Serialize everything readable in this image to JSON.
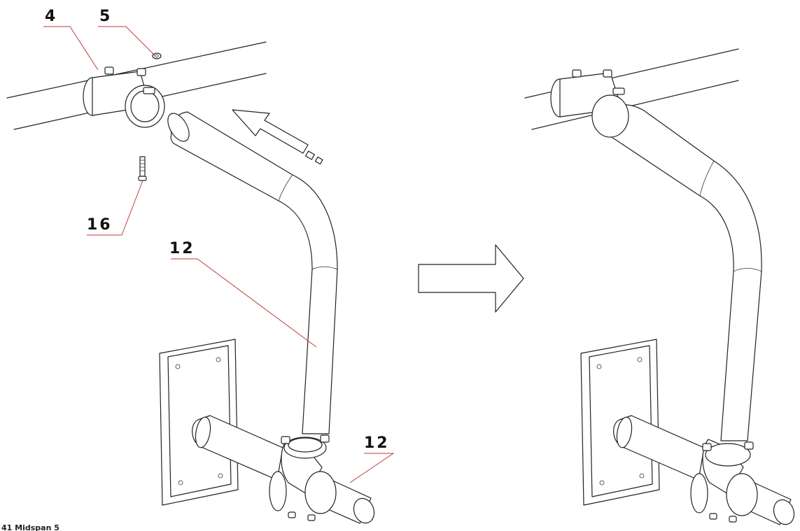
{
  "callouts": {
    "part_4": "4",
    "part_5": "5",
    "part_16": "16",
    "part_12_upright": "12",
    "part_12_lower": "12"
  },
  "footer_text": "41 Midspan 5",
  "colors": {
    "line": "#222222",
    "leader": "#c23a3a",
    "background": "#ffffff"
  }
}
